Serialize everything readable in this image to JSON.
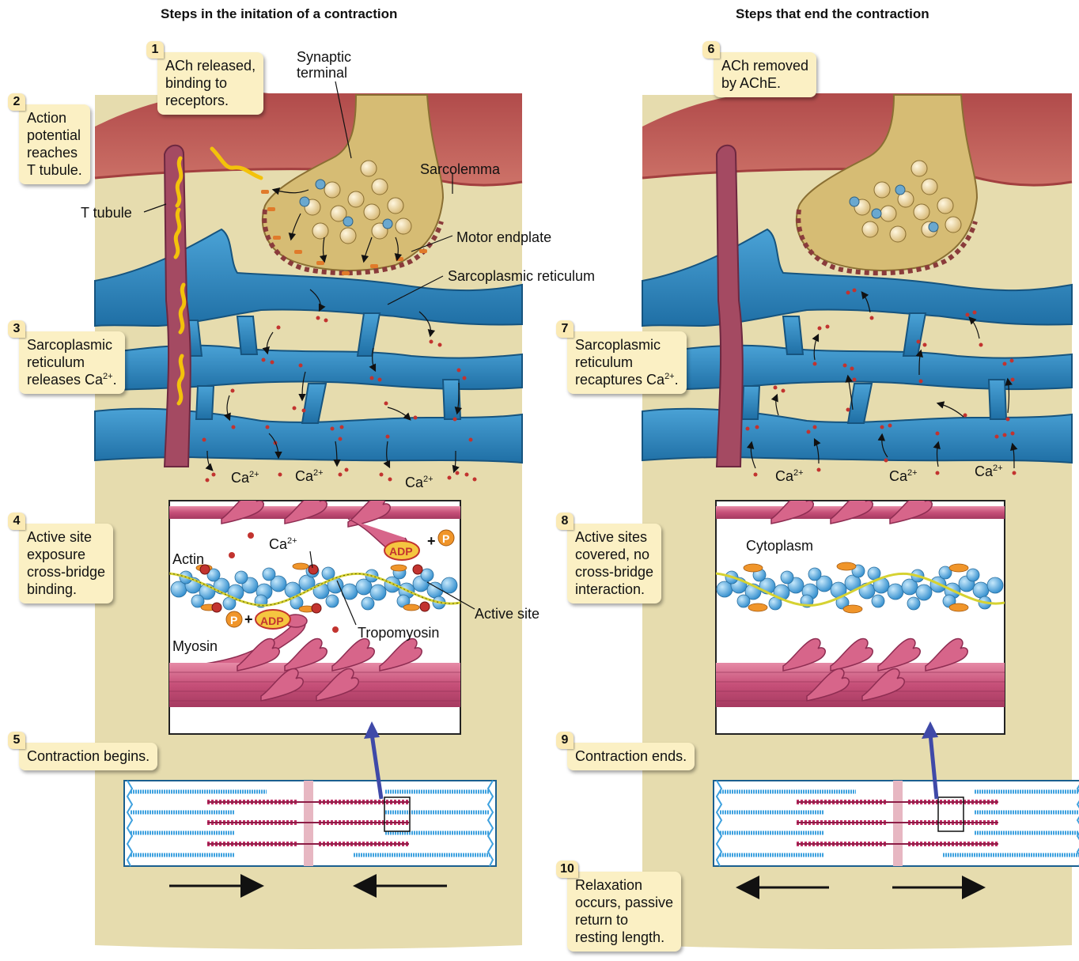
{
  "titles": {
    "left": "Steps in the initation of a contraction",
    "right": "Steps that end the contraction"
  },
  "steps": [
    {
      "num": "1",
      "text": "ACh released,\nbinding to\nreceptors."
    },
    {
      "num": "2",
      "text": "Action\npotential\nreaches\nT tubule."
    },
    {
      "num": "3",
      "text": "Sarcoplasmic\nreticulum\nreleases Ca",
      "sup": "2+",
      "tail": "."
    },
    {
      "num": "4",
      "text": "Active site\nexposure\ncross-bridge\nbinding."
    },
    {
      "num": "5",
      "text": "Contraction begins."
    },
    {
      "num": "6",
      "text": "ACh removed\nby AChE."
    },
    {
      "num": "7",
      "text": "Sarcoplasmic\nreticulum\nrecaptures Ca",
      "sup": "2+",
      "tail": "."
    },
    {
      "num": "8",
      "text": "Active sites\ncovered, no\ncross-bridge\ninteraction."
    },
    {
      "num": "9",
      "text": "Contraction ends."
    },
    {
      "num": "10",
      "text": "Relaxation\noccurs, passive\nreturn to\nresting length."
    }
  ],
  "labels": {
    "synaptic_terminal": "Synaptic\nterminal",
    "sarcolemma": "Sarcolemma",
    "t_tubule": "T tubule",
    "motor_endplate": "Motor endplate",
    "sarcoplasmic_reticulum": "Sarcoplasmic reticulum",
    "actin": "Actin",
    "myosin": "Myosin",
    "tropomyosin": "Tropomyosin",
    "active_site": "Active site",
    "cytoplasm": "Cytoplasm",
    "adp": "ADP",
    "p": "P",
    "plus": "+",
    "ca": "Ca",
    "ca_sup": "2+"
  },
  "colors": {
    "cell_fill": "#e6dcae",
    "sarcolemma": "#c05a56",
    "sarcoplasmic_reticulum": "#2f87bd",
    "t_tubule": "#a44a62",
    "terminal": "#d6bc74",
    "myosin": "#c64f78",
    "actin": "#5fb3e6",
    "tropomyosin": "#d6d232",
    "calcium": "#c2332f",
    "signal": "#f3c20b"
  }
}
